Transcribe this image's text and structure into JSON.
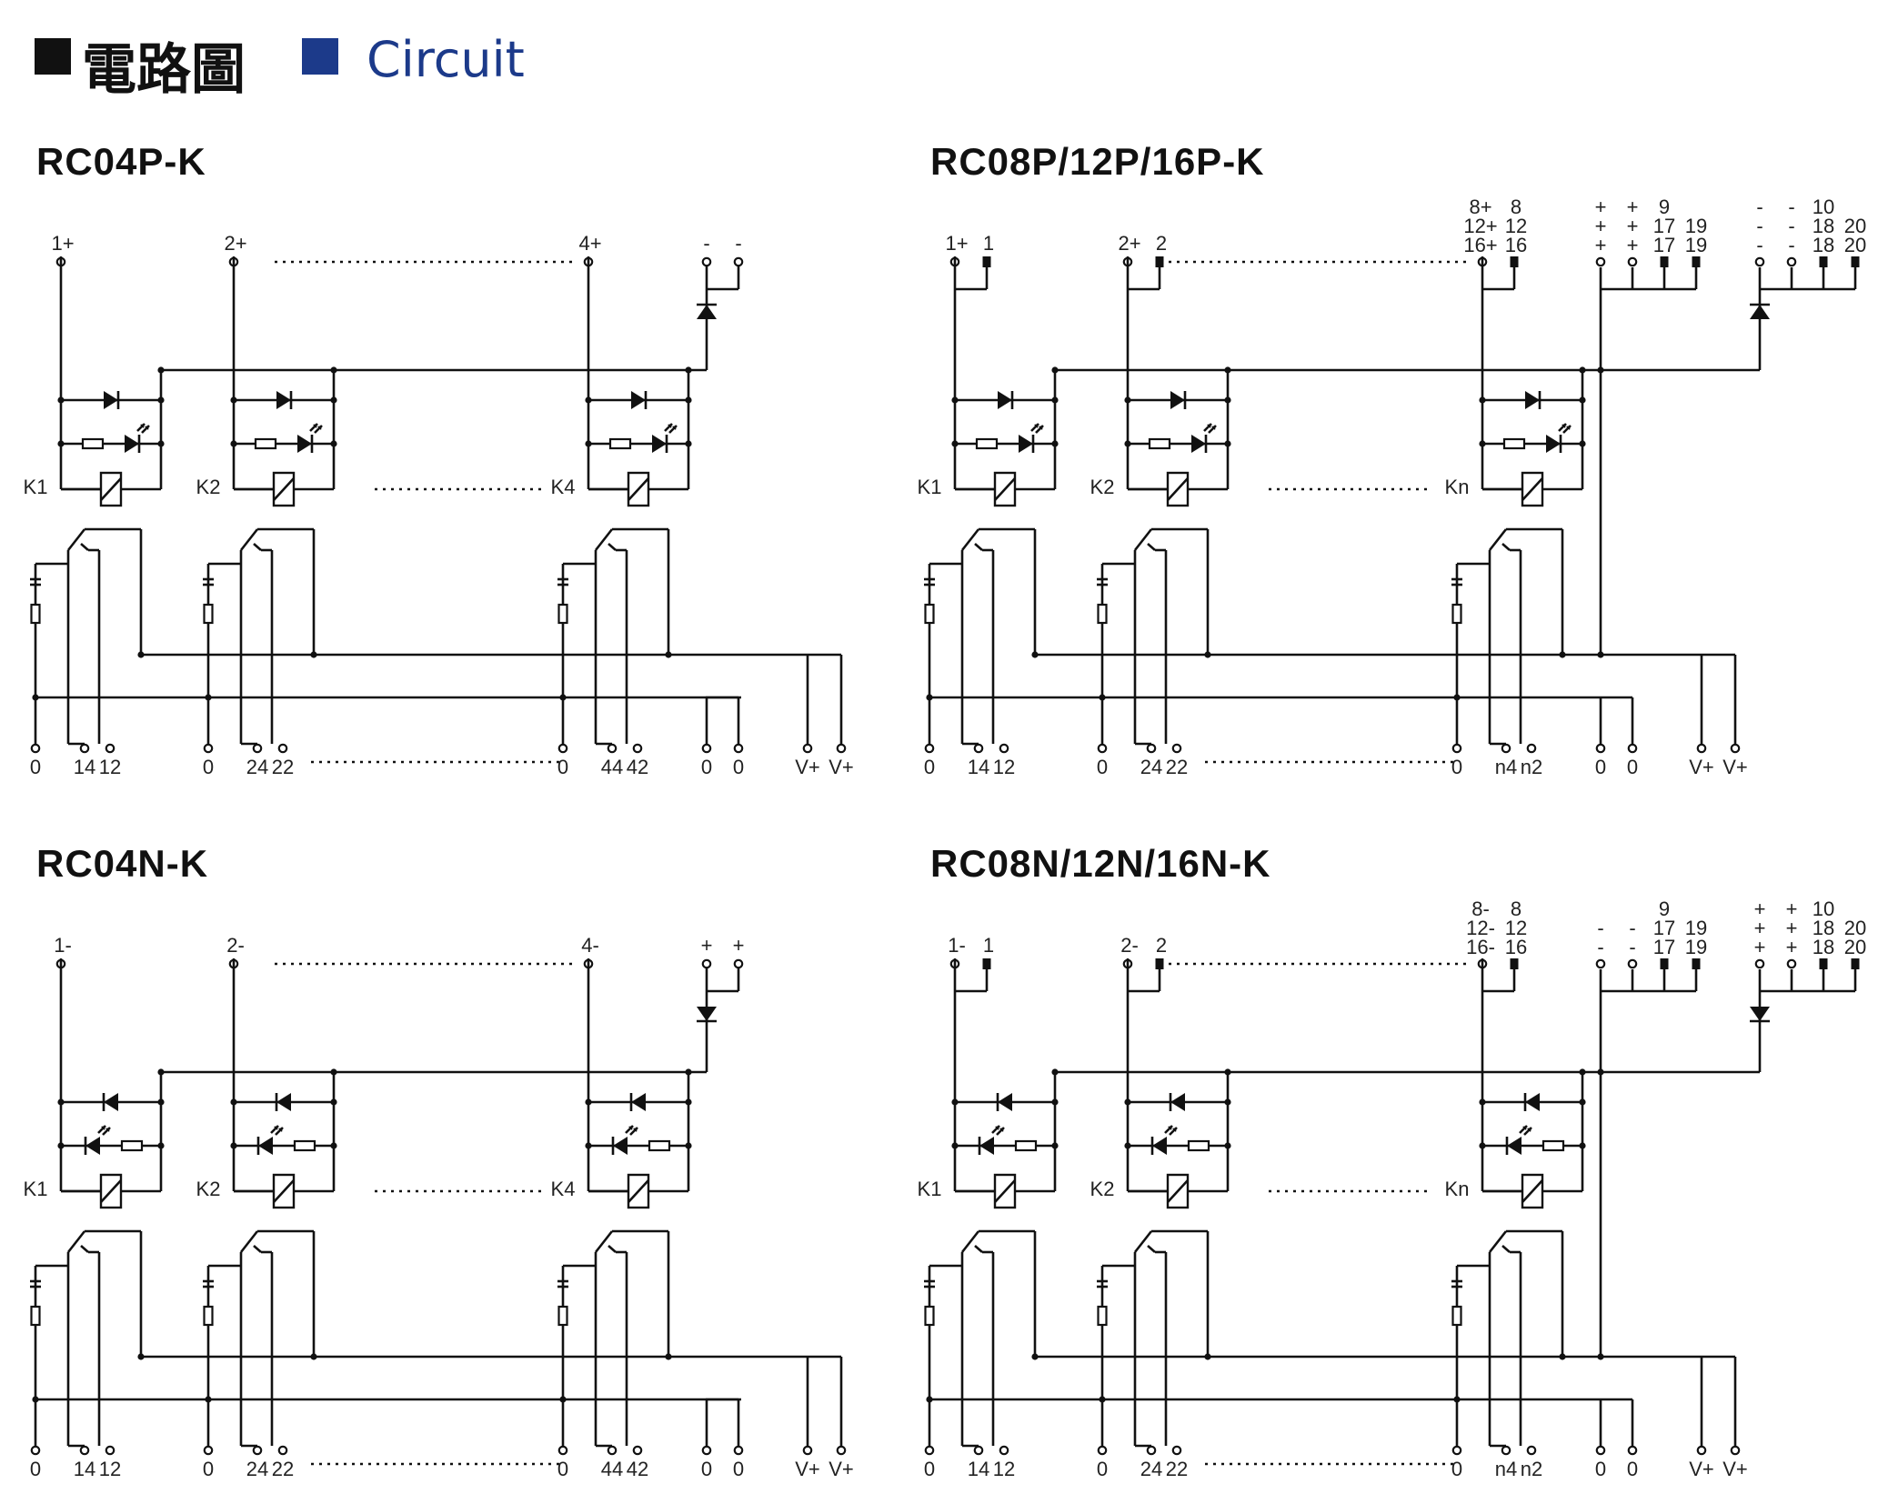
{
  "header": {
    "title_zh": "電路圖",
    "title_en": "Circuit",
    "colors": {
      "zh_square": "#111111",
      "en_square": "#1c3a8a",
      "en_text": "#1c3a8a"
    }
  },
  "diagrams": [
    {
      "id": "rc04p",
      "title": "RC04P-K",
      "polarity": "P",
      "variant": "4ch",
      "top_terminals": [
        "1+",
        "2+",
        "4+"
      ],
      "tail_top": [
        "-",
        "-"
      ],
      "relay_labels": [
        "K1",
        "K2",
        "K4"
      ],
      "bottom_groups": [
        [
          "0",
          "14",
          "12"
        ],
        [
          "0",
          "24",
          "22"
        ],
        [
          "0",
          "44",
          "42"
        ]
      ],
      "bottom_tail": [
        "0",
        "0",
        "V+",
        "V+"
      ]
    },
    {
      "id": "rc08p",
      "title": "RC08P/12P/16P-K",
      "polarity": "P",
      "variant": "multi",
      "top_terminals": [
        "1+",
        "2+",
        ""
      ],
      "top_terminals_b": [
        "1",
        "2",
        ""
      ],
      "stack_a": [
        "8+",
        "12+",
        "16+"
      ],
      "stack_b": [
        "8",
        "12",
        "16"
      ],
      "col_c": [
        "+",
        "+",
        "+"
      ],
      "col_d": [
        "+",
        "+",
        "+"
      ],
      "col_e": [
        "9",
        "17",
        "17"
      ],
      "col_f": [
        "",
        "19",
        "19"
      ],
      "col_g": [
        "-",
        "-",
        "-"
      ],
      "col_h": [
        "-",
        "-",
        "-"
      ],
      "col_i": [
        "10",
        "18",
        "18"
      ],
      "col_j": [
        "",
        "20",
        "20"
      ],
      "relay_labels": [
        "K1",
        "K2",
        "Kn"
      ],
      "bottom_groups": [
        [
          "0",
          "14",
          "12"
        ],
        [
          "0",
          "24",
          "22"
        ],
        [
          "0",
          "n4",
          "n2"
        ]
      ],
      "bottom_tail": [
        "0",
        "0",
        "V+",
        "V+"
      ]
    },
    {
      "id": "rc04n",
      "title": "RC04N-K",
      "polarity": "N",
      "variant": "4ch",
      "top_terminals": [
        "1-",
        "2-",
        "4-"
      ],
      "tail_top": [
        "+",
        "+"
      ],
      "relay_labels": [
        "K1",
        "K2",
        "K4"
      ],
      "bottom_groups": [
        [
          "0",
          "14",
          "12"
        ],
        [
          "0",
          "24",
          "22"
        ],
        [
          "0",
          "44",
          "42"
        ]
      ],
      "bottom_tail": [
        "0",
        "0",
        "V+",
        "V+"
      ]
    },
    {
      "id": "rc08n",
      "title": "RC08N/12N/16N-K",
      "polarity": "N",
      "variant": "multi",
      "top_terminals": [
        "1-",
        "2-",
        ""
      ],
      "top_terminals_b": [
        "1",
        "2",
        ""
      ],
      "stack_a": [
        "8-",
        "12-",
        "16-"
      ],
      "stack_b": [
        "8",
        "12",
        "16"
      ],
      "col_c": [
        "",
        "-",
        "-"
      ],
      "col_d": [
        "",
        "-",
        "-"
      ],
      "col_e": [
        "9",
        "17",
        "17"
      ],
      "col_f": [
        "",
        "19",
        "19"
      ],
      "col_g": [
        "+",
        "+",
        "+"
      ],
      "col_h": [
        "+",
        "+",
        "+"
      ],
      "col_i": [
        "10",
        "18",
        "18"
      ],
      "col_j": [
        "",
        "20",
        "20"
      ],
      "relay_labels": [
        "K1",
        "K2",
        "Kn"
      ],
      "bottom_groups": [
        [
          "0",
          "14",
          "12"
        ],
        [
          "0",
          "24",
          "22"
        ],
        [
          "0",
          "n4",
          "n2"
        ]
      ],
      "bottom_tail": [
        "0",
        "0",
        "V+",
        "V+"
      ]
    }
  ]
}
